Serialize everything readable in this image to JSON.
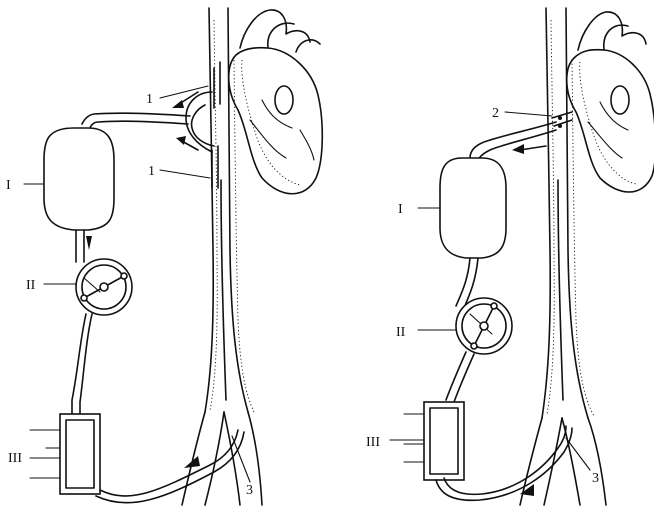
{
  "diagrams": [
    {
      "labels": {
        "reservoir": "I",
        "pump": "II",
        "oxygenator": "III",
        "cannula_upper": "1",
        "cannula_lower": "1",
        "femoral_cannula": "3"
      }
    },
    {
      "labels": {
        "reservoir": "I",
        "pump": "II",
        "oxygenator": "III",
        "atrial_cannula": "2",
        "femoral_cannula": "3"
      }
    }
  ]
}
